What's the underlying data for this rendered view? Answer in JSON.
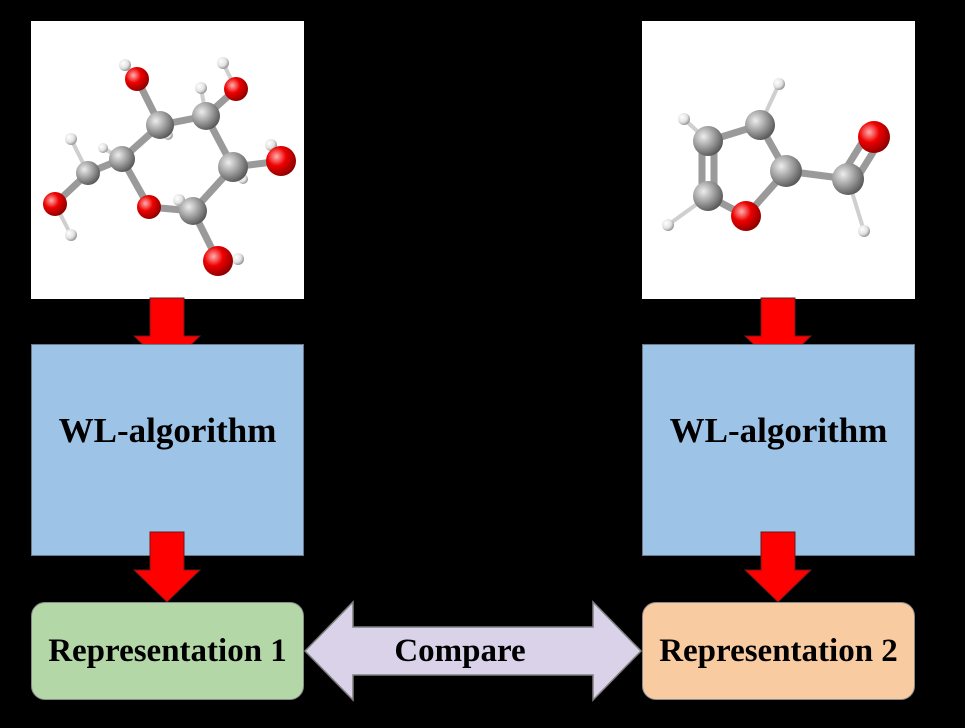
{
  "left_column": {
    "molecule_icon": "glucose-ball-and-stick-icon",
    "process_label": "WL-algorithm",
    "output_label": "Representation 1",
    "output_color": "#b4d7a8"
  },
  "right_column": {
    "molecule_icon": "furfural-ball-and-stick-icon",
    "process_label": "WL-algorithm",
    "output_label": "Representation 2",
    "output_color": "#f8cba1"
  },
  "compare": {
    "label": "Compare",
    "color": "#d9d2e9"
  },
  "colors": {
    "background": "#000000",
    "panel": "#ffffff",
    "process_box": "#9dc3e6",
    "flow_arrow": "#ff0000",
    "carbon_atom": "#8c8c8c",
    "oxygen_atom": "#e00000",
    "hydrogen_atom": "#ffffff"
  }
}
